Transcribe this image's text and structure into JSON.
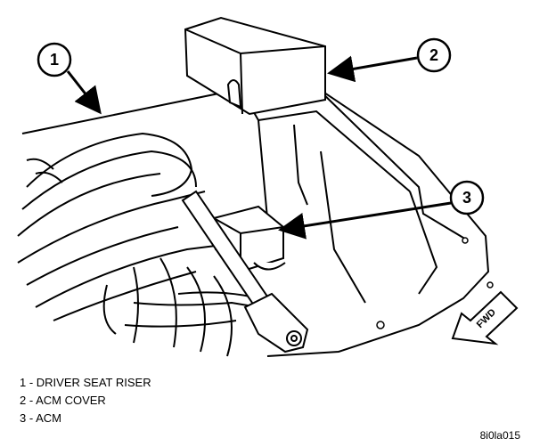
{
  "callouts": [
    {
      "number": "1"
    },
    {
      "number": "2"
    },
    {
      "number": "3"
    }
  ],
  "fwd_label": "FWD",
  "legend": [
    {
      "text": "1 - DRIVER SEAT RISER"
    },
    {
      "text": "2 - ACM COVER"
    },
    {
      "text": "3 - ACM"
    }
  ],
  "figure_id": "8i0la015",
  "colors": {
    "line": "#000000",
    "background": "#ffffff"
  }
}
